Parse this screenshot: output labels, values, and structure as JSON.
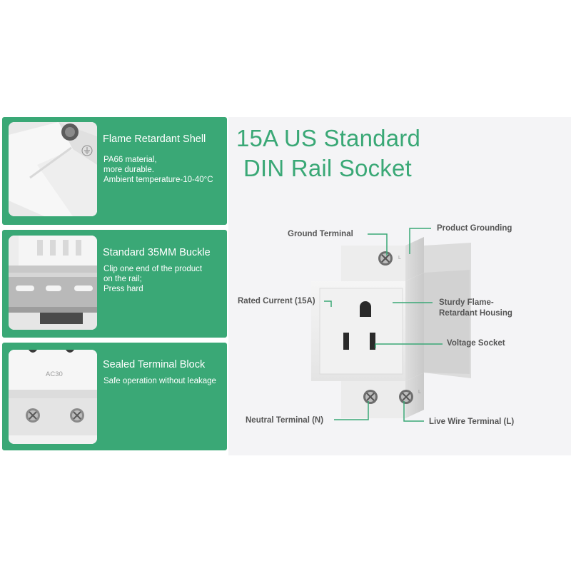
{
  "features": [
    {
      "title": "Flame Retardant Shell",
      "description": [
        "PA66 material,",
        "more durable.",
        "Ambient temperature-10-40°C"
      ],
      "icon": "grounding-symbol-icon"
    },
    {
      "title": "Standard 35MM Buckle",
      "description": [
        "Clip one end of the product",
        "on the rail;",
        "Press hard"
      ]
    },
    {
      "title": "Sealed Terminal Block",
      "description": [
        "Safe operation without leakage"
      ],
      "thumb_label": "AC30"
    }
  ],
  "product": {
    "title_line1": "15A US Standard",
    "title_line2": "DIN Rail Socket",
    "socket_marks": {
      "top": "L",
      "right": "L"
    }
  },
  "callouts": {
    "ground_terminal": "Ground Terminal",
    "product_grounding": "Product Grounding",
    "rated_current": "Rated Current (15A)",
    "sturdy_housing_line1": "Sturdy Flame-",
    "sturdy_housing_line2": "Retardant Housing",
    "voltage_socket": "Voltage Socket",
    "neutral_terminal": "Neutral Terminal (N)",
    "live_wire_terminal": "Live Wire Terminal (L)"
  },
  "colors": {
    "accent": "#3aa876",
    "panel_background": "#f4f4f6",
    "callout_text": "#555555",
    "leader_line": "#3aa876"
  }
}
